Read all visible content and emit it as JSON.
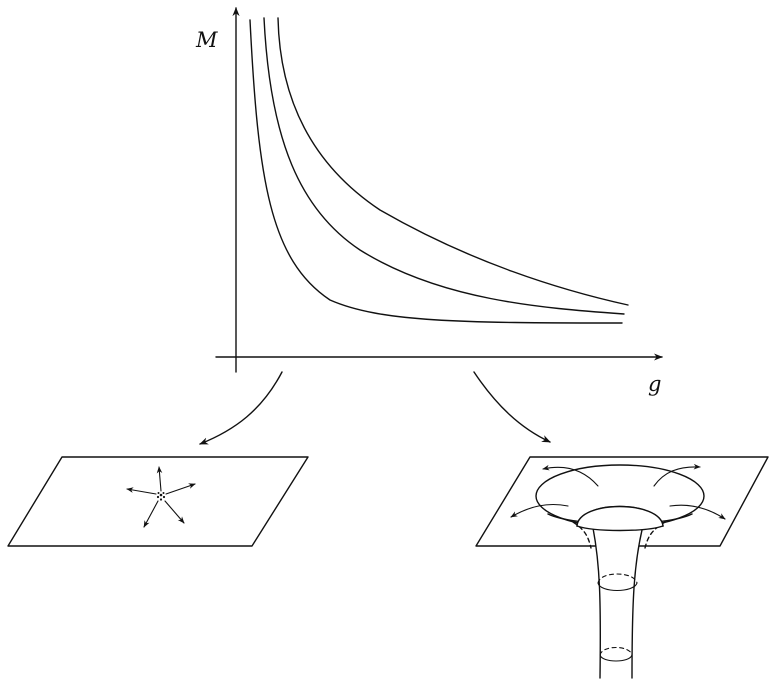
{
  "axes": {
    "y_label": "M",
    "x_label": "g"
  },
  "colors": {
    "ink": "#111111",
    "background": "#ffffff"
  },
  "diagram": {
    "curve_count": 3,
    "left_scenario": "point-source-with-outward-arrows-on-flat-plane",
    "right_scenario": "funnel-throat-with-circulating-arrows-on-plane"
  }
}
